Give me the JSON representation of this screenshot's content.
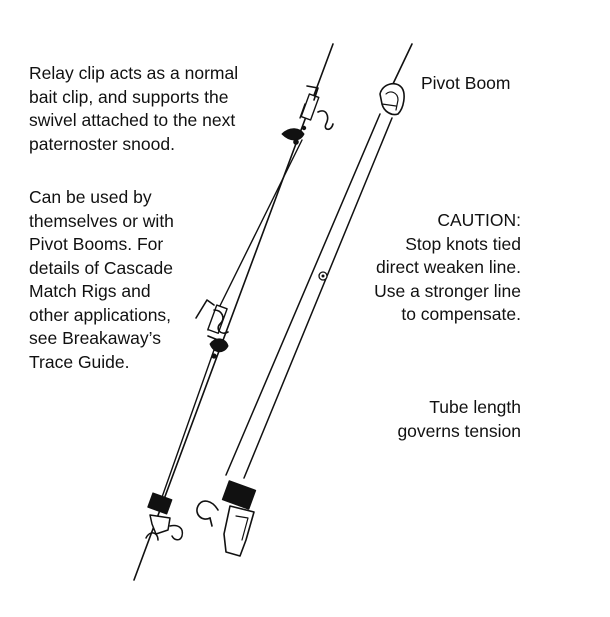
{
  "notes": {
    "relay_clip": [
      "Relay clip acts as a normal",
      "bait clip, and supports the",
      "swivel attached to the next",
      "paternoster snood."
    ],
    "uses": [
      "Can be used by",
      "themselves or with",
      "Pivot Booms. For",
      "details of Cascade",
      "Match Rigs and",
      "other applications,",
      "see Breakaway’s",
      "Trace Guide."
    ],
    "pivot_boom": "Pivot Boom",
    "caution": [
      "CAUTION:",
      "Stop knots tied",
      "direct weaken line.",
      "Use a stronger line",
      "to compensate."
    ],
    "tube_length": [
      "Tube length",
      "governs tension"
    ]
  },
  "colors": {
    "ink": "#111111",
    "background": "#ffffff"
  }
}
